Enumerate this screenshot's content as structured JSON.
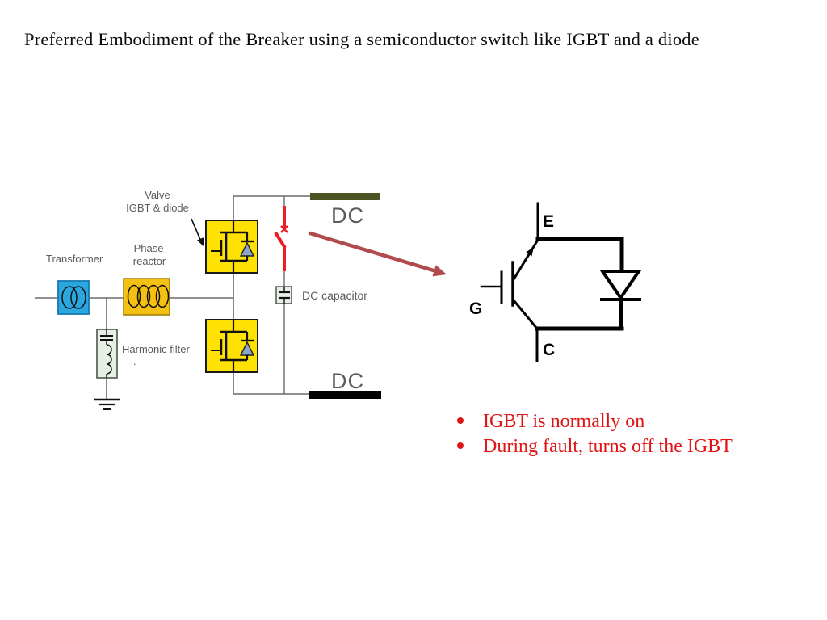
{
  "slide": {
    "title": "Preferred Embodiment of the Breaker using a semiconductor switch like IGBT and a diode",
    "bullets": [
      "IGBT is normally on",
      "During fault, turns off the IGBT"
    ]
  },
  "diagram": {
    "labels": {
      "transformer": "Transformer",
      "phase_reactor_line1": "Phase",
      "phase_reactor_line2": "reactor",
      "harmonic_filter": "Harmonic filter",
      "stray_period": ".",
      "valve_line1": "Valve",
      "valve_line2": "IGBT & diode",
      "dc_top": "DC",
      "dc_capacitor": "DC capacitor",
      "dc_bottom": "DC"
    },
    "colors": {
      "transformer_blue": "#2aa7df",
      "reactor_gold": "#f4c011",
      "valve_yellow": "#ffe103",
      "filter_pale_green": "#e8efe6",
      "dc_bar_olive": "#4c5323",
      "dc_bar_black": "#000000",
      "breaker_red": "#ee1c24",
      "annotation_arrow_red": "#b04a4c",
      "diode_fill_blue": "#8ca6c8",
      "label_gray": "#5a5b5e",
      "bullet_text_red": "#e01414"
    }
  },
  "igbt_symbol": {
    "emitter": "E",
    "gate": "G",
    "collector": "C"
  }
}
